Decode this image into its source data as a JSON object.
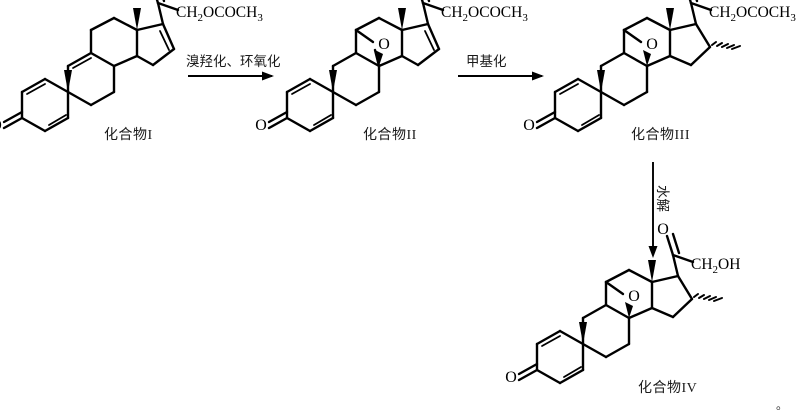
{
  "document": {
    "type": "chemical-reaction-scheme",
    "trailing_punctuation": "。"
  },
  "compounds": [
    {
      "id": "I",
      "label": "化合物I",
      "side_chain": "CH₂OCOCH₃",
      "side_chain_parts": {
        "head": "CH",
        "sub1": "2",
        "tail": "OCOCH",
        "sub2": "3"
      },
      "features": [
        "3-keto",
        "1,4-diene",
        "9(11)-ene",
        "16,17-ene",
        "21-acetate",
        "10-methyl",
        "13-methyl"
      ]
    },
    {
      "id": "II",
      "label": "化合物II",
      "side_chain": "CH₂OCOCH₃",
      "side_chain_parts": {
        "head": "CH",
        "sub1": "2",
        "tail": "OCOCH",
        "sub2": "3"
      },
      "epoxide_atom": "O",
      "features": [
        "3-keto",
        "1,4-diene",
        "9,11-epoxide",
        "16,17-ene",
        "21-acetate",
        "10-methyl",
        "13-methyl"
      ]
    },
    {
      "id": "III",
      "label": "化合物III",
      "side_chain": "CH₂OCOCH₃",
      "side_chain_parts": {
        "head": "CH",
        "sub1": "2",
        "tail": "OCOCH",
        "sub2": "3"
      },
      "epoxide_atom": "O",
      "features": [
        "3-keto",
        "1,4-diene",
        "9,11-epoxide",
        "16α-methyl",
        "21-acetate",
        "10-methyl",
        "13-methyl"
      ]
    },
    {
      "id": "IV",
      "label": "化合物IV",
      "side_chain": "CH₂OH",
      "side_chain_parts": {
        "head": "CH",
        "sub1": "2",
        "tail": "OH",
        "sub2": ""
      },
      "epoxide_atom": "O",
      "features": [
        "3-keto",
        "1,4-diene",
        "9,11-epoxide",
        "16α-methyl",
        "21-hydroxy",
        "10-methyl",
        "13-methyl"
      ]
    }
  ],
  "reactions": [
    {
      "id": "step1",
      "label": "溴羟化、环氧化",
      "from": "I",
      "to": "II",
      "direction": "right"
    },
    {
      "id": "step2",
      "label": "甲基化",
      "from": "II",
      "to": "III",
      "direction": "right"
    },
    {
      "id": "step3",
      "label": "水解",
      "from": "III",
      "to": "IV",
      "direction": "down"
    }
  ],
  "atoms": {
    "ketone_oxygen": "O",
    "epoxide_oxygen": "O"
  },
  "colors": {
    "stroke": "#000000",
    "text": "#1a1a1a",
    "background": "#ffffff"
  }
}
